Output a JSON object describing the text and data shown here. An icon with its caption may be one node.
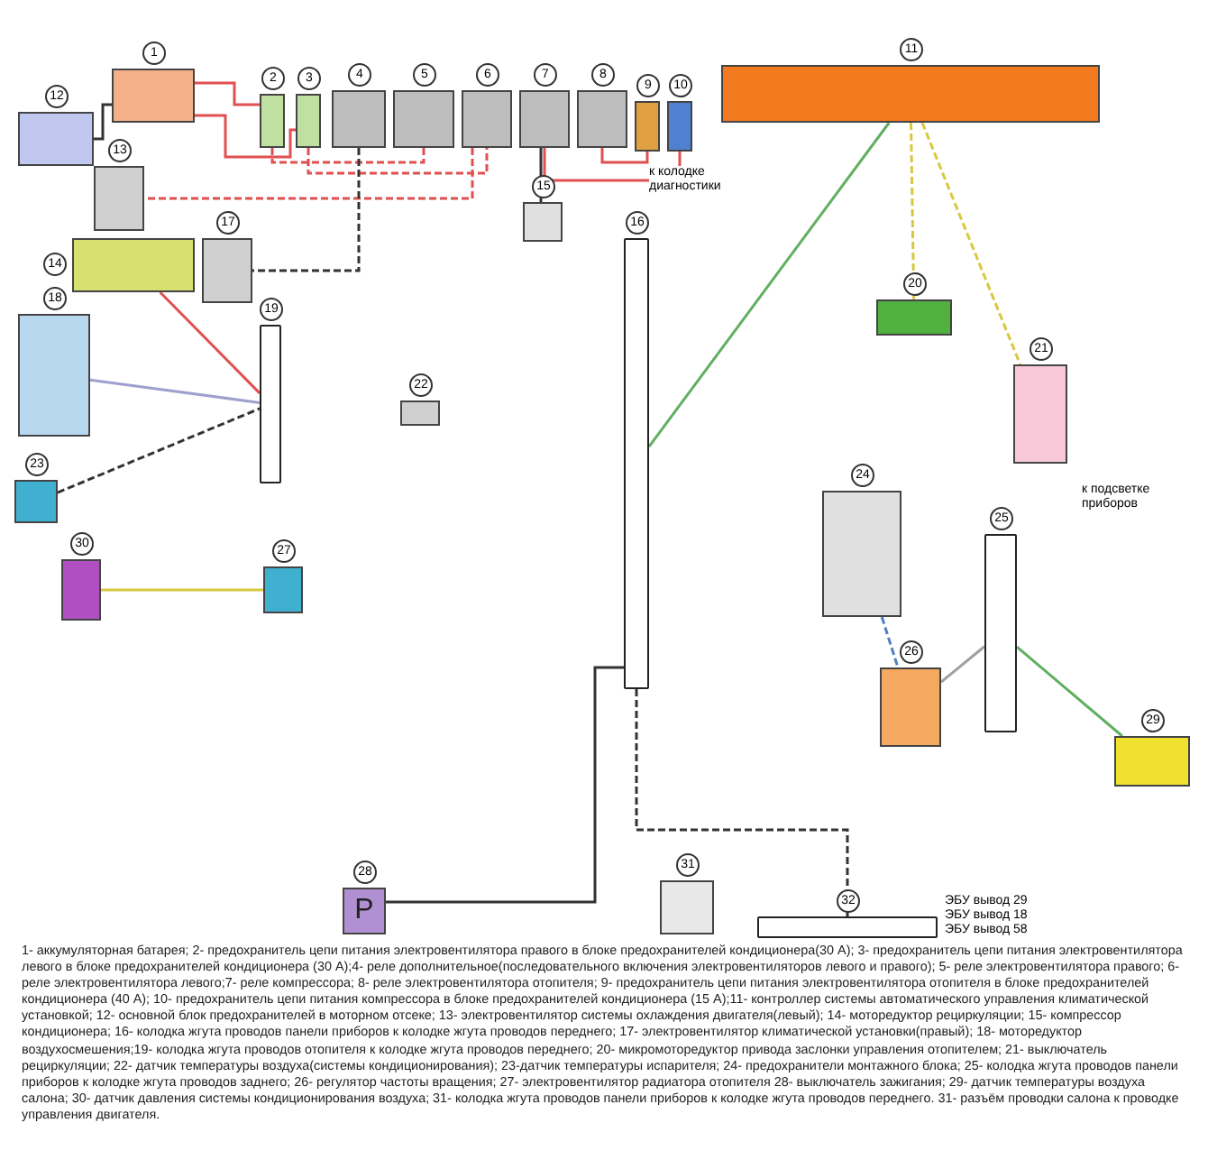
{
  "diagram": {
    "caption": "1- аккумуляторная батарея; 2- предохранитель цепи питания электровентилятора правого в блоке предохранителей кондиционера(30 А); 3- предохранитель цепи питания электровентилятора левого в блоке предохранителей кондиционера (30 А);4- реле дополнительное(последовательного включения электровентиляторов левого и правого); 5- реле электровентилятора правого; 6- реле электровентилятора левого;7- реле компрессора; 8- реле электровентилятора отопителя; 9- предохранитель цепи питания электровентилятора отопителя в блоке предохранителей кондиционера (40 А); 10- предохранитель цепи питания компрессора в блоке предохранителей кондиционера (15 А);11- контроллер системы автоматического управления климатической установкой; 12- основной блок предохранителей в моторном отсеке; 13- электровентилятор системы охлаждения двигателя(левый); 14- моторедуктор рециркуляции; 15- компрессор кондиционера; 16- колодка жгута проводов панели приборов к колодке жгута проводов переднего; 17- электровентилятор климатической установки(правый); 18- моторедуктор воздухосмешения;19- колодка жгута проводов отопителя к колодке жгута проводов переднего; 20- микромоторедуктор привода заслонки управления отопителем; 21- выключатель рециркуляции; 22- датчик температуры воздуха(системы кондиционирования); 23-датчик температуры испарителя; 24- предохранители монтажного блока; 25- колодка жгута проводов панели приборов к колодке жгута проводов заднего; 26- регулятор частоты вращения; 27- электровентилятор радиатора отопителя 28- выключатель зажигания; 29- датчик температуры воздуха салона; 30- датчик давления системы кондиционирования воздуха; 31- колодка жгута проводов панели приборов к колодке жгута проводов переднего. 31- разъём проводки салона к проводке управления двигателя.",
    "nodes": [
      {
        "text": [],
        "shape": "box",
        "beside": [
          "1"
        ]
      },
      {
        "text": [],
        "shape": "box",
        "beside": [
          "2"
        ]
      },
      {
        "text": [],
        "shape": "box",
        "beside": [
          "3"
        ]
      },
      {
        "text": [],
        "shape": "box",
        "beside": [
          "4"
        ]
      },
      {
        "text": [],
        "shape": "box",
        "beside": [
          "5"
        ]
      },
      {
        "text": [],
        "shape": "box",
        "beside": [
          "6"
        ]
      },
      {
        "text": [],
        "shape": "box",
        "beside": [
          "7"
        ]
      },
      {
        "text": [],
        "shape": "box",
        "beside": [
          "8"
        ]
      },
      {
        "text": [],
        "shape": "box",
        "beside": [
          "9"
        ]
      },
      {
        "text": [],
        "shape": "box",
        "beside": [
          "10"
        ]
      },
      {
        "text": [],
        "shape": "box",
        "beside": [
          "11"
        ]
      },
      {
        "text": [],
        "shape": "box",
        "beside": [
          "12"
        ]
      },
      {
        "text": [],
        "shape": "box",
        "beside": [
          "13"
        ]
      },
      {
        "text": [],
        "shape": "box",
        "beside": [
          "14"
        ]
      },
      {
        "text": [],
        "shape": "box",
        "beside": [
          "15"
        ]
      },
      {
        "text": [],
        "shape": "bar",
        "beside": [
          "16"
        ]
      },
      {
        "text": [],
        "shape": "box",
        "beside": [
          "17"
        ]
      },
      {
        "text": [],
        "shape": "box",
        "beside": [
          "18"
        ]
      },
      {
        "text": [],
        "shape": "bar",
        "beside": [
          "19"
        ]
      },
      {
        "text": [],
        "shape": "box",
        "beside": [
          "20"
        ]
      },
      {
        "text": [],
        "shape": "box",
        "beside": [
          "21"
        ]
      },
      {
        "text": [],
        "shape": "box",
        "beside": [
          "22"
        ]
      },
      {
        "text": [],
        "shape": "box",
        "beside": [
          "23"
        ]
      },
      {
        "text": [],
        "shape": "box",
        "beside": [
          "24"
        ]
      },
      {
        "text": [],
        "shape": "bar",
        "beside": [
          "25"
        ]
      },
      {
        "text": [],
        "shape": "box",
        "beside": [
          "26"
        ]
      },
      {
        "text": [],
        "shape": "box",
        "beside": [
          "27"
        ]
      },
      {
        "text": [
          "P"
        ],
        "beside": [
          "28"
        ]
      },
      {
        "text": [],
        "shape": "box",
        "beside": [
          "29"
        ]
      },
      {
        "text": [],
        "shape": "box",
        "beside": [
          "30"
        ]
      },
      {
        "text": [],
        "shape": "box",
        "beside": [
          "31"
        ]
      },
      {
        "text": [],
        "shape": "bar",
        "beside": [
          "32"
        ]
      }
    ],
    "edges": [
      {
        "from": 0,
        "to": 1,
        "arrow": "none",
        "color": "#e05050"
      },
      {
        "from": 0,
        "to": 2,
        "arrow": "none",
        "color": "#e05050"
      },
      {
        "from": 0,
        "to": 11,
        "arrow": "none",
        "color": "#333333"
      },
      {
        "from": 1,
        "to": 4,
        "arrow": "none",
        "style": "dashed",
        "color": "#e05050"
      },
      {
        "from": 2,
        "to": 5,
        "arrow": "none",
        "style": "dashed",
        "color": "#e05050"
      },
      {
        "from": 8,
        "to": 7,
        "arrow": "none",
        "color": "#e05050"
      },
      {
        "from": 9,
        "to": 6,
        "arrow": "none",
        "color": "#e05050"
      },
      {
        "from": 6,
        "to": 14,
        "arrow": "none",
        "color": "#333333"
      },
      {
        "from": 5,
        "to": 12,
        "arrow": "none",
        "style": "dashed",
        "color": "#e05050"
      },
      {
        "from": 3,
        "to": 16,
        "arrow": "none",
        "style": "dashed",
        "color": "#333333"
      },
      {
        "from": 10,
        "to": 19,
        "arrow": "none",
        "style": "dashed",
        "color": "#d8c840"
      },
      {
        "from": 10,
        "to": 20,
        "arrow": "none",
        "style": "dashed",
        "color": "#d8c840"
      },
      {
        "from": 15,
        "to": 10,
        "arrow": "none",
        "color": "#60b060"
      },
      {
        "from": 18,
        "to": 17,
        "arrow": "none",
        "color": "#a0a0d0"
      },
      {
        "from": 18,
        "to": 13,
        "arrow": "none",
        "color": "#e05050"
      },
      {
        "from": 22,
        "to": 18,
        "arrow": "none",
        "style": "dashed",
        "color": "#333333"
      },
      {
        "from": 23,
        "to": 25,
        "arrow": "none",
        "style": "dashed",
        "color": "#5080c0"
      },
      {
        "from": 24,
        "to": 28,
        "arrow": "none",
        "color": "#60b060"
      },
      {
        "from": 15,
        "to": 31,
        "arrow": "none",
        "style": "dashed",
        "color": "#333333"
      },
      {
        "from": 27,
        "to": 15,
        "arrow": "none",
        "color": "#333333"
      },
      {
        "from": 25,
        "to": 24,
        "arrow": "none",
        "color": "#a0a0a0"
      },
      {
        "from": 29,
        "to": 26,
        "arrow": "none",
        "color": "#d8c840"
      }
    ],
    "labels": [
      "к колодке диагностики",
      "к подсветке приборов",
      "ЭБУ вывод 29",
      "ЭБУ вывод 18",
      "ЭБУ вывод 58"
    ]
  }
}
